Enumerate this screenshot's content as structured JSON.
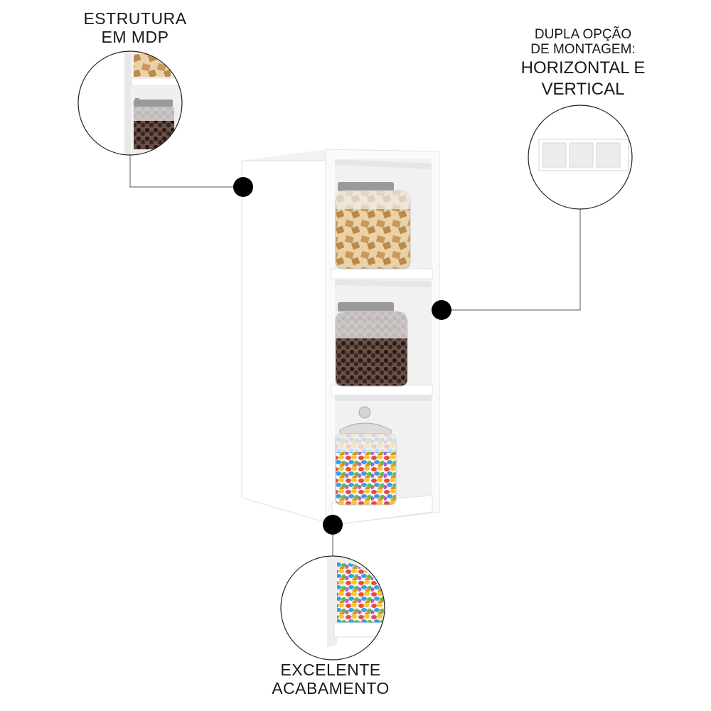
{
  "callouts": {
    "structure": {
      "lines": [
        "ESTRUTURA",
        "EM MDP"
      ]
    },
    "mounting": {
      "lines_small": [
        "DUPLA OPÇÃO",
        "DE MONTAGEM:"
      ],
      "lines_big": [
        "HORIZONTAL E",
        "VERTICAL"
      ]
    },
    "finish": {
      "lines": [
        "EXCELENTE",
        "ACABAMENTO"
      ]
    }
  },
  "colors": {
    "cabinet_white": "#ffffff",
    "cabinet_shadow": "#e6e6e6",
    "outline": "#cccccc",
    "dot": "#000000",
    "connector": "#555555",
    "cracker": "#c8995a",
    "chocolate": "#3a2620"
  },
  "icons": [
    "callout-dot",
    "glass-jar"
  ]
}
